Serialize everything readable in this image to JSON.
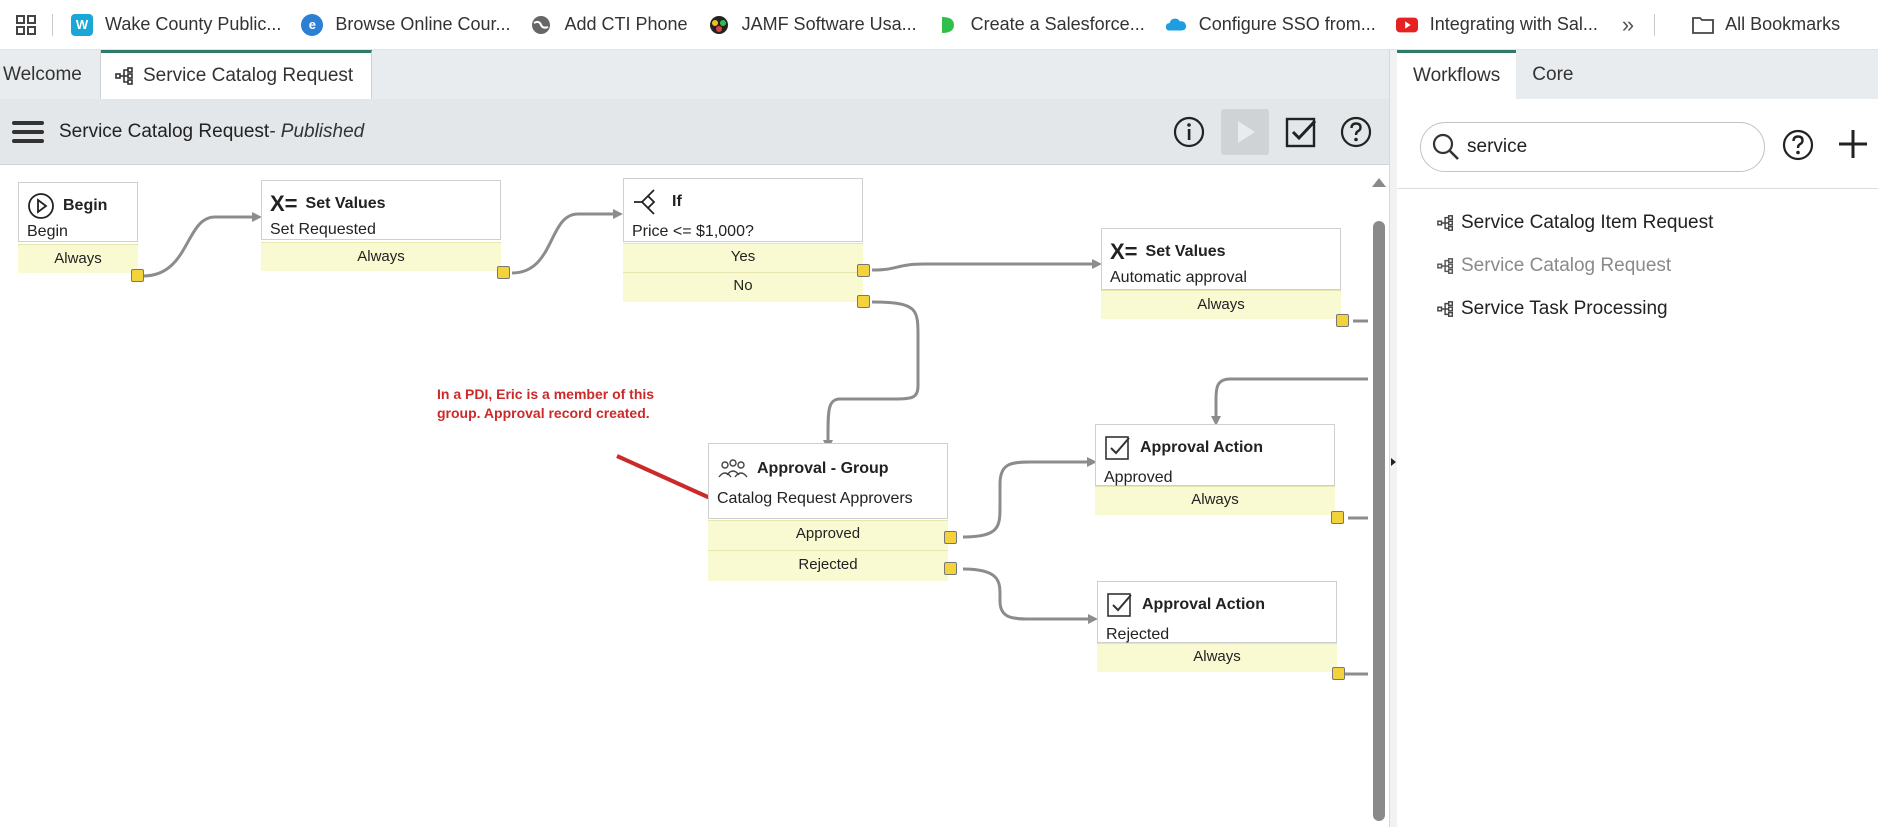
{
  "bookmarks": {
    "items": [
      {
        "label": "Wake County Public...",
        "icon": "wake-county-icon",
        "color": "#1aa6d6"
      },
      {
        "label": "Browse Online Cour...",
        "icon": "edge-style-icon",
        "color": "#2d7fd3"
      },
      {
        "label": "Add CTI Phone",
        "icon": "globe-icon",
        "color": "#555555"
      },
      {
        "label": "JAMF Software Usa...",
        "icon": "jamf-icon",
        "color": "#222222"
      },
      {
        "label": "Create a Salesforce...",
        "icon": "leaf-icon",
        "color": "#2fbf4a"
      },
      {
        "label": "Configure SSO from...",
        "icon": "salesforce-cloud-icon",
        "color": "#1e9de0"
      },
      {
        "label": "Integrating with Sal...",
        "icon": "youtube-icon",
        "color": "#e52121"
      }
    ],
    "more": "»",
    "all_bookmarks": "All Bookmarks"
  },
  "tabs": [
    {
      "label": "Welcome"
    },
    {
      "label": "Service Catalog Request",
      "icon": "workflow-icon"
    }
  ],
  "toolbar": {
    "title": "Service Catalog Request",
    "status": " - Published"
  },
  "canvas": {
    "annotation": "In a PDI, Eric is a member of this group. Approval record created.",
    "nodes": {
      "begin": {
        "title": "Begin",
        "sub": "Begin",
        "out": [
          "Always"
        ]
      },
      "set1": {
        "title": "Set Values",
        "sub": "Set Requested",
        "out": [
          "Always"
        ]
      },
      "if": {
        "title": "If",
        "sub": "Price <= $1,000?",
        "out": [
          "Yes",
          "No"
        ]
      },
      "set2": {
        "title": "Set Values",
        "sub": "Automatic approval",
        "out": [
          "Always"
        ]
      },
      "approval": {
        "title": "Approval - Group",
        "sub": "Catalog Request Approvers",
        "out": [
          "Approved",
          "Rejected"
        ]
      },
      "act1": {
        "title": "Approval Action",
        "sub": "Approved",
        "out": [
          "Always"
        ]
      },
      "act2": {
        "title": "Approval Action",
        "sub": "Rejected",
        "out": [
          "Always"
        ]
      }
    }
  },
  "right": {
    "tabs": [
      {
        "label": "Workflows"
      },
      {
        "label": "Core"
      }
    ],
    "search_value": "service",
    "results": [
      {
        "label": "Service Catalog Item Request"
      },
      {
        "label": "Service Catalog Request"
      },
      {
        "label": "Service Task Processing"
      }
    ]
  }
}
